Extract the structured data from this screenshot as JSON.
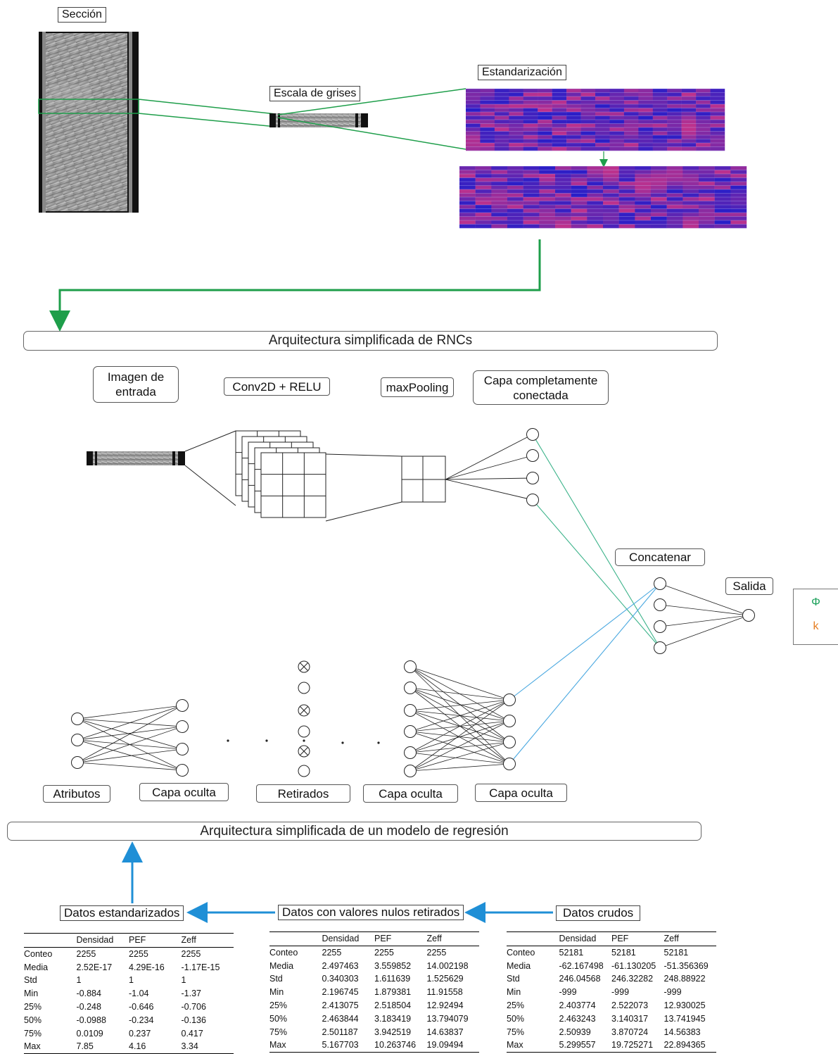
{
  "labels": {
    "section": "Sección",
    "grayscale": "Escala de grises",
    "standardization": "Estandarización",
    "cnn_title": "Arquitectura simplificada de RNCs",
    "input_image": "Imagen de entrada",
    "conv": "Conv2D + RELU",
    "maxpool": "maxPooling",
    "fully_connected": "Capa completamente conectada",
    "concat": "Concatenar",
    "output": "Salida",
    "attributes": "Atributos",
    "hidden1": "Capa oculta",
    "dropped": "Retirados",
    "hidden2": "Capa oculta",
    "hidden3": "Capa oculta",
    "regression_title": "Arquitectura simplificada de un modelo de regresión",
    "std_data": "Datos estandarizados",
    "nonnull_data": "Datos con valores nulos retirados",
    "raw_data": "Datos crudos"
  },
  "legend": {
    "phi": "Φ",
    "k": "k",
    "phi_color": "#1aa05a",
    "k_color": "#e67e22"
  },
  "colors": {
    "green_arrow": "#1e9e4a",
    "blue_arrow": "#1f8fd6",
    "teal_line": "#3cb38a",
    "blue_line": "#4aa8e0"
  },
  "tables": [
    {
      "columns": [
        "",
        "Densidad",
        "PEF",
        "Zeff"
      ],
      "rows": [
        [
          "Conteo",
          "2255",
          "2255",
          "2255"
        ],
        [
          "Media",
          "2.52E-17",
          "4.29E-16",
          "-1.17E-15"
        ],
        [
          "Std",
          "1",
          "1",
          "1"
        ],
        [
          "Min",
          "-0.884",
          "-1.04",
          "-1.37"
        ],
        [
          "25%",
          "-0.248",
          "-0.646",
          "-0.706"
        ],
        [
          "50%",
          "-0.0988",
          "-0.234",
          "-0.136"
        ],
        [
          "75%",
          "0.0109",
          "0.237",
          "0.417"
        ],
        [
          "Max",
          "7.85",
          "4.16",
          "3.34"
        ]
      ]
    },
    {
      "columns": [
        "",
        "Densidad",
        "PEF",
        "Zeff"
      ],
      "rows": [
        [
          "Conteo",
          "2255",
          "2255",
          "2255"
        ],
        [
          "Media",
          "2.497463",
          "3.559852",
          "14.002198"
        ],
        [
          "Std",
          "0.340303",
          "1.611639",
          "1.525629"
        ],
        [
          "Min",
          "2.196745",
          "1.879381",
          "11.91558"
        ],
        [
          "25%",
          "2.413075",
          "2.518504",
          "12.92494"
        ],
        [
          "50%",
          "2.463844",
          "3.183419",
          "13.794079"
        ],
        [
          "75%",
          "2.501187",
          "3.942519",
          "14.63837"
        ],
        [
          "Max",
          "5.167703",
          "10.263746",
          "19.09494"
        ]
      ]
    },
    {
      "columns": [
        "",
        "Densidad",
        "PEF",
        "Zeff"
      ],
      "rows": [
        [
          "Conteo",
          "52181",
          "52181",
          "52181"
        ],
        [
          "Media",
          "-62.167498",
          "-61.130205",
          "-51.356369"
        ],
        [
          "Std",
          "246.04568",
          "246.32282",
          "248.88922"
        ],
        [
          "Min",
          "-999",
          "-999",
          "-999"
        ],
        [
          "25%",
          "2.403774",
          "2.522073",
          "12.930025"
        ],
        [
          "50%",
          "2.463243",
          "3.140317",
          "13.741945"
        ],
        [
          "75%",
          "2.50939",
          "3.870724",
          "14.56383"
        ],
        [
          "Max",
          "5.299557",
          "19.725271",
          "22.894365"
        ]
      ]
    }
  ]
}
